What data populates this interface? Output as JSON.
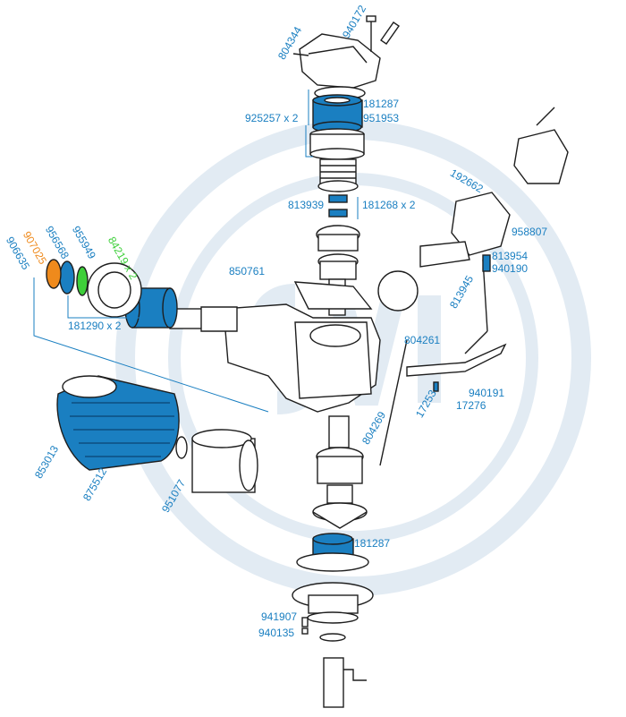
{
  "colors": {
    "label": "#1a7fc1",
    "orange": "#ef8a1c",
    "green": "#3ecf3a",
    "part_blue": "#1a7fc1",
    "outline": "#1e1e1e",
    "watermark": "#e2ebf3"
  },
  "watermark": {
    "icon": "watermark-logo"
  },
  "labels": {
    "p804344": "804344",
    "p940172": "940172",
    "p181287_top": "181287",
    "p951953": "951953",
    "p925257": "925257 x 2",
    "p813939": "813939",
    "p181268": "181268 x 2",
    "p192662": "192662",
    "p958807": "958807",
    "p813954": "813954",
    "p940190": "940190",
    "p813945": "813945",
    "p850761": "850761",
    "p907025": "907025",
    "p956568": "956568",
    "p955949": "955949",
    "p84219": "84219 x 2",
    "p906635": "906635",
    "p181290": "181290 x 2",
    "p804261": "804261",
    "p940191": "940191",
    "p17253": "17253",
    "p17276": "17276",
    "p804269": "804269",
    "p853013": "853013",
    "p875512": "875512",
    "p951077": "951077",
    "p181287_bottom": "181287",
    "p941907": "941907",
    "p940135": "940135"
  }
}
